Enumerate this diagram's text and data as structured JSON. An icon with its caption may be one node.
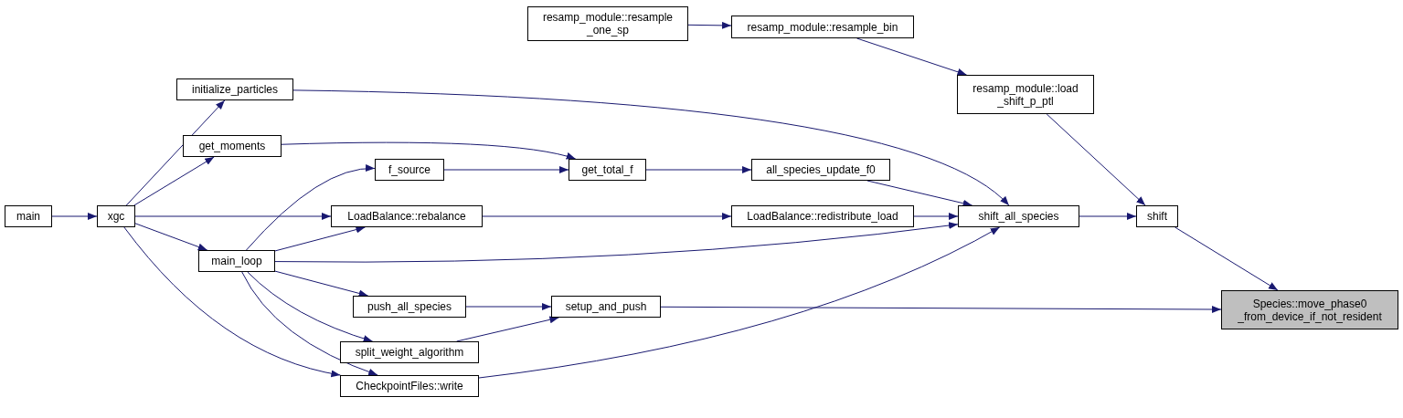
{
  "diagram": {
    "nodes": [
      {
        "text": [
          "resamp_module::resample _one_sp"
        ]
      },
      {
        "text": [
          "resamp_module::resample_bin"
        ]
      },
      {
        "text": [
          "resamp_module::load _shift_p_ptl"
        ]
      },
      {
        "text": [
          "initialize_particles"
        ]
      },
      {
        "text": [
          "get_moments"
        ]
      },
      {
        "text": [
          "f_source"
        ]
      },
      {
        "text": [
          "get_total_f"
        ]
      },
      {
        "text": [
          "all_species_update_f0"
        ]
      },
      {
        "text": [
          "main"
        ]
      },
      {
        "text": [
          "xgc"
        ]
      },
      {
        "text": [
          "LoadBalance::rebalance"
        ]
      },
      {
        "text": [
          "LoadBalance::redistribute_load"
        ]
      },
      {
        "text": [
          "shift_all_species"
        ]
      },
      {
        "text": [
          "shift"
        ]
      },
      {
        "text": [
          "main_loop"
        ]
      },
      {
        "text": [
          "push_all_species"
        ]
      },
      {
        "text": [
          "setup_and_push"
        ]
      },
      {
        "text": [
          "Species::move_phase0 _from_device_if_not_resident"
        ]
      },
      {
        "text": [
          "split_weight_algorithm"
        ]
      },
      {
        "text": [
          "CheckpointFiles::write"
        ]
      }
    ],
    "edges": [
      {
        "from": 0,
        "to": 1,
        "arrow": "to"
      },
      {
        "from": 1,
        "to": 2,
        "arrow": "to"
      },
      {
        "from": 2,
        "to": 13,
        "arrow": "to"
      },
      {
        "from": 13,
        "to": 17,
        "arrow": "to"
      },
      {
        "from": 8,
        "to": 9,
        "arrow": "to"
      },
      {
        "from": 9,
        "to": 3,
        "arrow": "to"
      },
      {
        "from": 9,
        "to": 4,
        "arrow": "to"
      },
      {
        "from": 9,
        "to": 10,
        "arrow": "to"
      },
      {
        "from": 9,
        "to": 14,
        "arrow": "to"
      },
      {
        "from": 9,
        "to": 19,
        "arrow": "to"
      },
      {
        "from": 3,
        "to": 12,
        "arrow": "to"
      },
      {
        "from": 4,
        "to": 6,
        "arrow": "to"
      },
      {
        "from": 5,
        "to": 6,
        "arrow": "to"
      },
      {
        "from": 14,
        "to": 5,
        "arrow": "to"
      },
      {
        "from": 6,
        "to": 7,
        "arrow": "to"
      },
      {
        "from": 7,
        "to": 12,
        "arrow": "to"
      },
      {
        "from": 10,
        "to": 11,
        "arrow": "to"
      },
      {
        "from": 11,
        "to": 12,
        "arrow": "to"
      },
      {
        "from": 14,
        "to": 10,
        "arrow": "to"
      },
      {
        "from": 14,
        "to": 12,
        "arrow": "to"
      },
      {
        "from": 14,
        "to": 15,
        "arrow": "to"
      },
      {
        "from": 14,
        "to": 18,
        "arrow": "to"
      },
      {
        "from": 14,
        "to": 19,
        "arrow": "to"
      },
      {
        "from": 15,
        "to": 16,
        "arrow": "to"
      },
      {
        "from": 18,
        "to": 16,
        "arrow": "to"
      },
      {
        "from": 19,
        "to": 12,
        "arrow": "to"
      },
      {
        "from": 16,
        "to": 17,
        "arrow": "to"
      },
      {
        "from": 12,
        "to": 13,
        "arrow": "to"
      }
    ]
  }
}
